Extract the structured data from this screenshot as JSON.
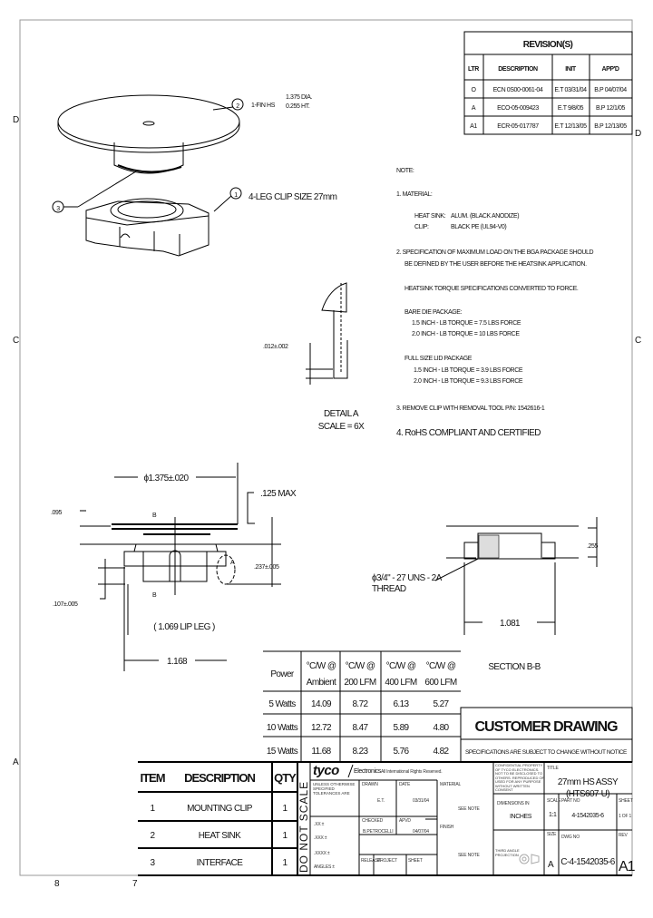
{
  "border_letters": {
    "left_top": "D",
    "right_top": "D",
    "left_mid": "C",
    "right_mid": "C",
    "left_bottom": "A",
    "bottom_8": "8",
    "bottom_7": "7"
  },
  "revisions": {
    "title": "REVISION(S)",
    "headers": [
      "LTR",
      "DESCRIPTION",
      "INIT",
      "APP'D"
    ],
    "rows": [
      [
        "O",
        "ECN 0S00-0061-04",
        "E.T 03/31/04",
        "B.P 04/07/04"
      ],
      [
        "A",
        "ECO-05-009423",
        "E.T 9/8/05",
        "B.P 12/1/05"
      ],
      [
        "A1",
        "ECR-05-017787",
        "E.T 12/13/05",
        "B.P 12/13/05"
      ]
    ]
  },
  "iso_view": {
    "balloons": [
      "1",
      "2",
      "3"
    ],
    "label_2_main": "1-FIN HS",
    "label_2_dia": "1.375 DIA.",
    "label_2_ht": "0.255 HT.",
    "label_1": "4-LEG CLIP SIZE 27mm"
  },
  "detail_a": {
    "dim": ".012±.002",
    "title": "DETAIL A",
    "scale": "SCALE = 6X"
  },
  "notes": {
    "heading": "NOTE:",
    "n1": "1. MATERIAL:",
    "hs_label": "HEAT SINK:",
    "hs_value": "ALUM. (BLACK ANODIZE)",
    "clip_label": "CLIP:",
    "clip_value": "BLACK PE (UL94-V0)",
    "n2a": "2. SPECIFICATION OF MAXIMUM LOAD ON THE BGA PACKAGE SHOULD",
    "n2b": "BE DEFINED BY THE USER BEFORE THE HEATSINK APPLICATION.",
    "torque": "HEATSINK TORQUE SPECIFICATIONS CONVERTED TO FORCE.",
    "bare": "BARE DIE PACKAGE:",
    "bare1": "1.5 INCH - LB TORQUE = 7.5 LBS FORCE",
    "bare2": "2.0 INCH - LB TORQUE = 10 LBS FORCE",
    "lid": "FULL SIZE LID PACKAGE",
    "lid1": "1.5 INCH - LB TORQUE = 3.9 LBS FORCE",
    "lid2": "2.0 INCH - LB TORQUE = 9.3 LBS FORCE",
    "n3": "3. REMOVE CLIP WITH REMOVAL TOOL P/N: 1542616-1",
    "n4": "4. RoHS COMPLIANT AND CERTIFIED"
  },
  "side_view": {
    "dia": "ϕ1.375±.020",
    "max": ".125 MAX",
    "t095": ".095",
    "t237": ".237±.005",
    "t107": ".107±.005",
    "lip": "( 1.069 LIP LEG )",
    "w1168": "1.168",
    "b_top": "B",
    "b_bot": "B",
    "a": "A"
  },
  "section_bb": {
    "t255": ".255",
    "thread1": "ϕ3/4\" - 27 UNS - 2A",
    "thread2": "THREAD",
    "w1081": "1.081",
    "title": "SECTION B-B"
  },
  "thermal_table": {
    "headers": [
      [
        "Power",
        ""
      ],
      [
        "°C/W @",
        "Ambient"
      ],
      [
        "°C/W @",
        "200 LFM"
      ],
      [
        "°C/W @",
        "400 LFM"
      ],
      [
        "°C/W @",
        "600 LFM"
      ]
    ],
    "rows": [
      [
        "5 Watts",
        "14.09",
        "8.72",
        "6.13",
        "5.27"
      ],
      [
        "10 Watts",
        "12.72",
        "8.47",
        "5.89",
        "4.80"
      ],
      [
        "15 Watts",
        "11.68",
        "8.23",
        "5.76",
        "4.82"
      ]
    ]
  },
  "customer": {
    "title": "CUSTOMER DRAWING",
    "spec": "SPECIFICATIONS ARE SUBJECT TO CHANGE WITHOUT NOTICE"
  },
  "items": {
    "headers": [
      "ITEM",
      "DESCRIPTION",
      "QTY"
    ],
    "rows": [
      [
        "1",
        "MOUNTING CLIP",
        "1"
      ],
      [
        "2",
        "HEAT SINK",
        "1"
      ],
      [
        "3",
        "INTERFACE",
        "1"
      ]
    ]
  },
  "do_not_scale": "DO NOT SCALE",
  "title_block": {
    "logo": "tyco",
    "logo_sub": "Electronics",
    "rights": "All International Rights Reserved.",
    "tolerance": "UNLESS OTHERWISE SPECIFIED TOLERANCES ARE",
    "tol1": ".XX ±",
    "tol2": ".XXX ±",
    "tol3": ".XXXX ±",
    "tol4": "ANGLES ±",
    "drawn_label": "DRAWN",
    "drawn": "E.T.",
    "date_label": "DATE",
    "date": "03/31/04",
    "material_label": "MATERIAL",
    "material": "SEE NOTE",
    "checked_label": "CHECKED",
    "checked": "B.PETROCELLI",
    "appvd_label": "APVD",
    "appvd": "04/07/04",
    "finish_label": "FINISH",
    "finish": "SEE NOTE",
    "release_label": "RELEASE",
    "project_label": "PROJECT",
    "sheet_cap": "SHEET",
    "confidential": "CONFIDENTIAL PROPERTY OF TYCO ELECTRONICS. NOT TO BE DISCLOSED TO OTHERS. REPRODUCED OR USED FOR ANY PURPOSE WITHOUT WRITTEN CONSENT",
    "title_label": "TITLE",
    "title1": "27mm HS ASSY",
    "title2": "(HTS607-U)",
    "dims_label": "DIMENSIONS IN",
    "dims": "INCHES",
    "scale_label": "SCALE",
    "scale": "1:1",
    "part_label": "PART NO",
    "part": "4-1542035-6",
    "sheet_label": "SHEET",
    "sheet": "1 OF 1",
    "projection": "THIRD ANGLE PROJECTION",
    "size_label": "SIZE",
    "size": "A",
    "dwg_label": "DWG NO",
    "dwg": "C-4-1542035-6",
    "rev_label": "REV",
    "rev": "A1"
  }
}
